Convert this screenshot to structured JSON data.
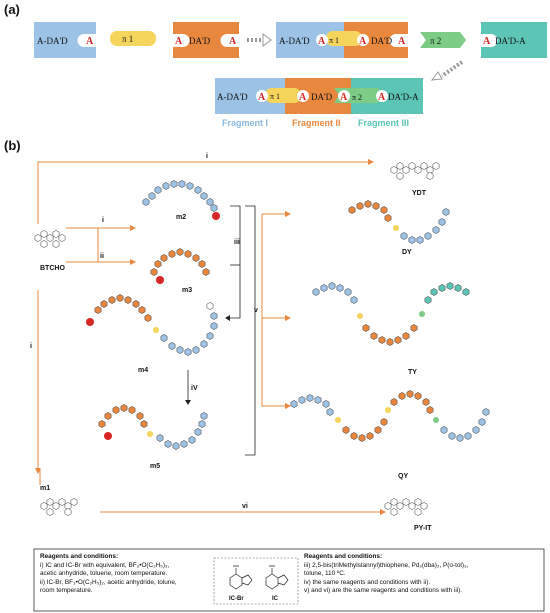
{
  "panel_a": {
    "label": "(a)",
    "blocks": {
      "ada_left": "A-DA'D",
      "a_glyph": "A",
      "pi1": "π 1",
      "da_mid": "DA'D",
      "ada_pi1_da": "A-DA'D",
      "da_right": "DA'D",
      "pi2": "π 2",
      "da_a": "DA'D-A",
      "final_left": "A-DA'D",
      "final_mid": "DA'D",
      "final_right": "DA'D-A"
    },
    "fragments": [
      "Fragment I",
      "Fragment II",
      "Fragment III"
    ]
  },
  "panel_b": {
    "label": "(b)",
    "compounds": {
      "btcho": "BTCHO",
      "m1": "m1",
      "m2": "m2",
      "m3": "m3",
      "m4": "m4",
      "m5": "m5",
      "ydt": "YDT",
      "dy": "DY",
      "ty": "TY",
      "qy": "QY",
      "pyit": "PY-IT"
    },
    "steps": {
      "i_top": "i",
      "i_m2": "i",
      "ii_m3": "ii",
      "iii": "iii",
      "i_left": "i",
      "iv": "iV",
      "v": "v",
      "vi": "vi"
    }
  },
  "reagents": {
    "left_title": "Reagents and conditions:",
    "left_lines": [
      "i) IC and IC-Br with equivalent, BF₃•O(C₂H₅)₂,",
      "acetic anhydride, toluene, room temperature.",
      "ii) IC-Br, BF₃•O(C₂H₅)₂, acetic anhydride, tolune,",
      "room temperature."
    ],
    "struct_labels": [
      "IC-Br",
      "IC"
    ],
    "right_title": "Reagents and conditions:",
    "right_lines": [
      "iii) 2,5-bis(triMethylstannyl)thiophene, Pd₂(dba)₃, P(o-tol)₃,",
      "tolune, 110 ºC.",
      "iv) the same reagents and conditions with ii).",
      "v) and vi)  are the same reagents and conditions with iii)."
    ]
  },
  "colors": {
    "blue": "#9cc3e6",
    "orange": "#e8883e",
    "teal": "#5cc5b6",
    "yellow": "#f6d55c",
    "green": "#7ccc86",
    "arrow": "#e8883e",
    "red": "#d72626"
  }
}
